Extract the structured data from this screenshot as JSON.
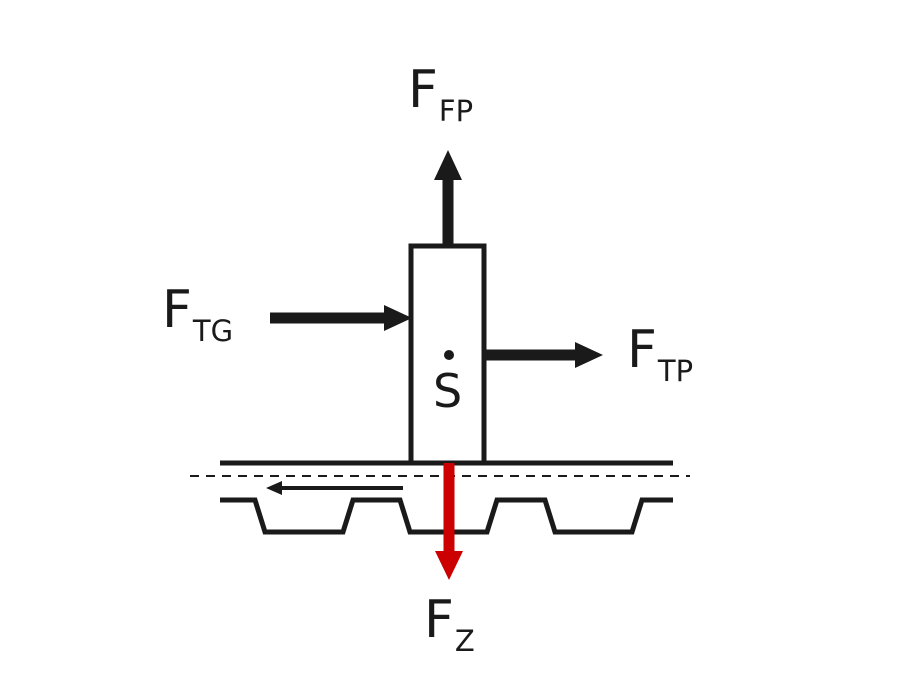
{
  "labels": {
    "ffp": {
      "main": "F",
      "sub": "FP"
    },
    "ftg": {
      "main": "F",
      "sub": "TG"
    },
    "ftp": {
      "main": "F",
      "sub": "TP"
    },
    "fz": {
      "main": "F",
      "sub": "Z"
    },
    "center": "S"
  },
  "colors": {
    "stroke": "#1a1a1a",
    "highlight": "#cc0000",
    "background": "#ffffff"
  }
}
